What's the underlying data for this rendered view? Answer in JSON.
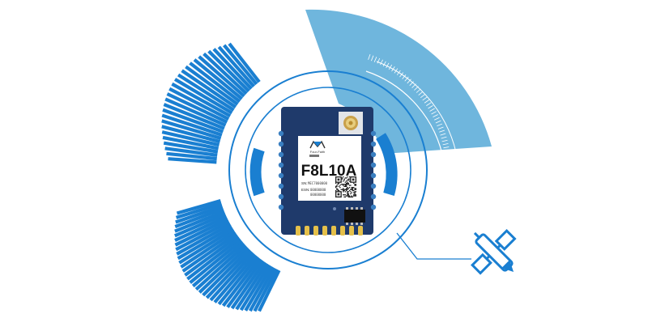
{
  "module": {
    "model": "F8L10A",
    "brand": "Four-Faith",
    "sn_label": "SN:",
    "sn_value": "MEC7000000",
    "esn_label": "ESN:",
    "esn_line1": "00000000",
    "esn_line2": "00000000"
  },
  "colors": {
    "accent": "#1a7fd1",
    "accent_light": "#6fb6dd",
    "board": "#1f3a6b",
    "pad": "#e5c04a",
    "label_bg": "#ffffff"
  },
  "icons": {
    "satellite": "satellite-icon"
  }
}
